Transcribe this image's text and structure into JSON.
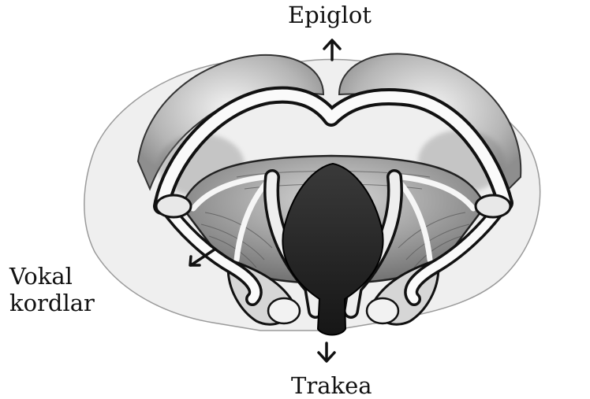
{
  "labels": {
    "epiglot": "Epiglot",
    "vocal_cords_line1": "Vokal",
    "vocal_cords_line2": "kordlar",
    "trachea": "Trakea"
  },
  "colors": {
    "ink": "#111111",
    "shadow": "#4a4a4a",
    "light_shade": "#b8b8b8",
    "glottis": "#2a2a2a",
    "background": "#ffffff"
  }
}
